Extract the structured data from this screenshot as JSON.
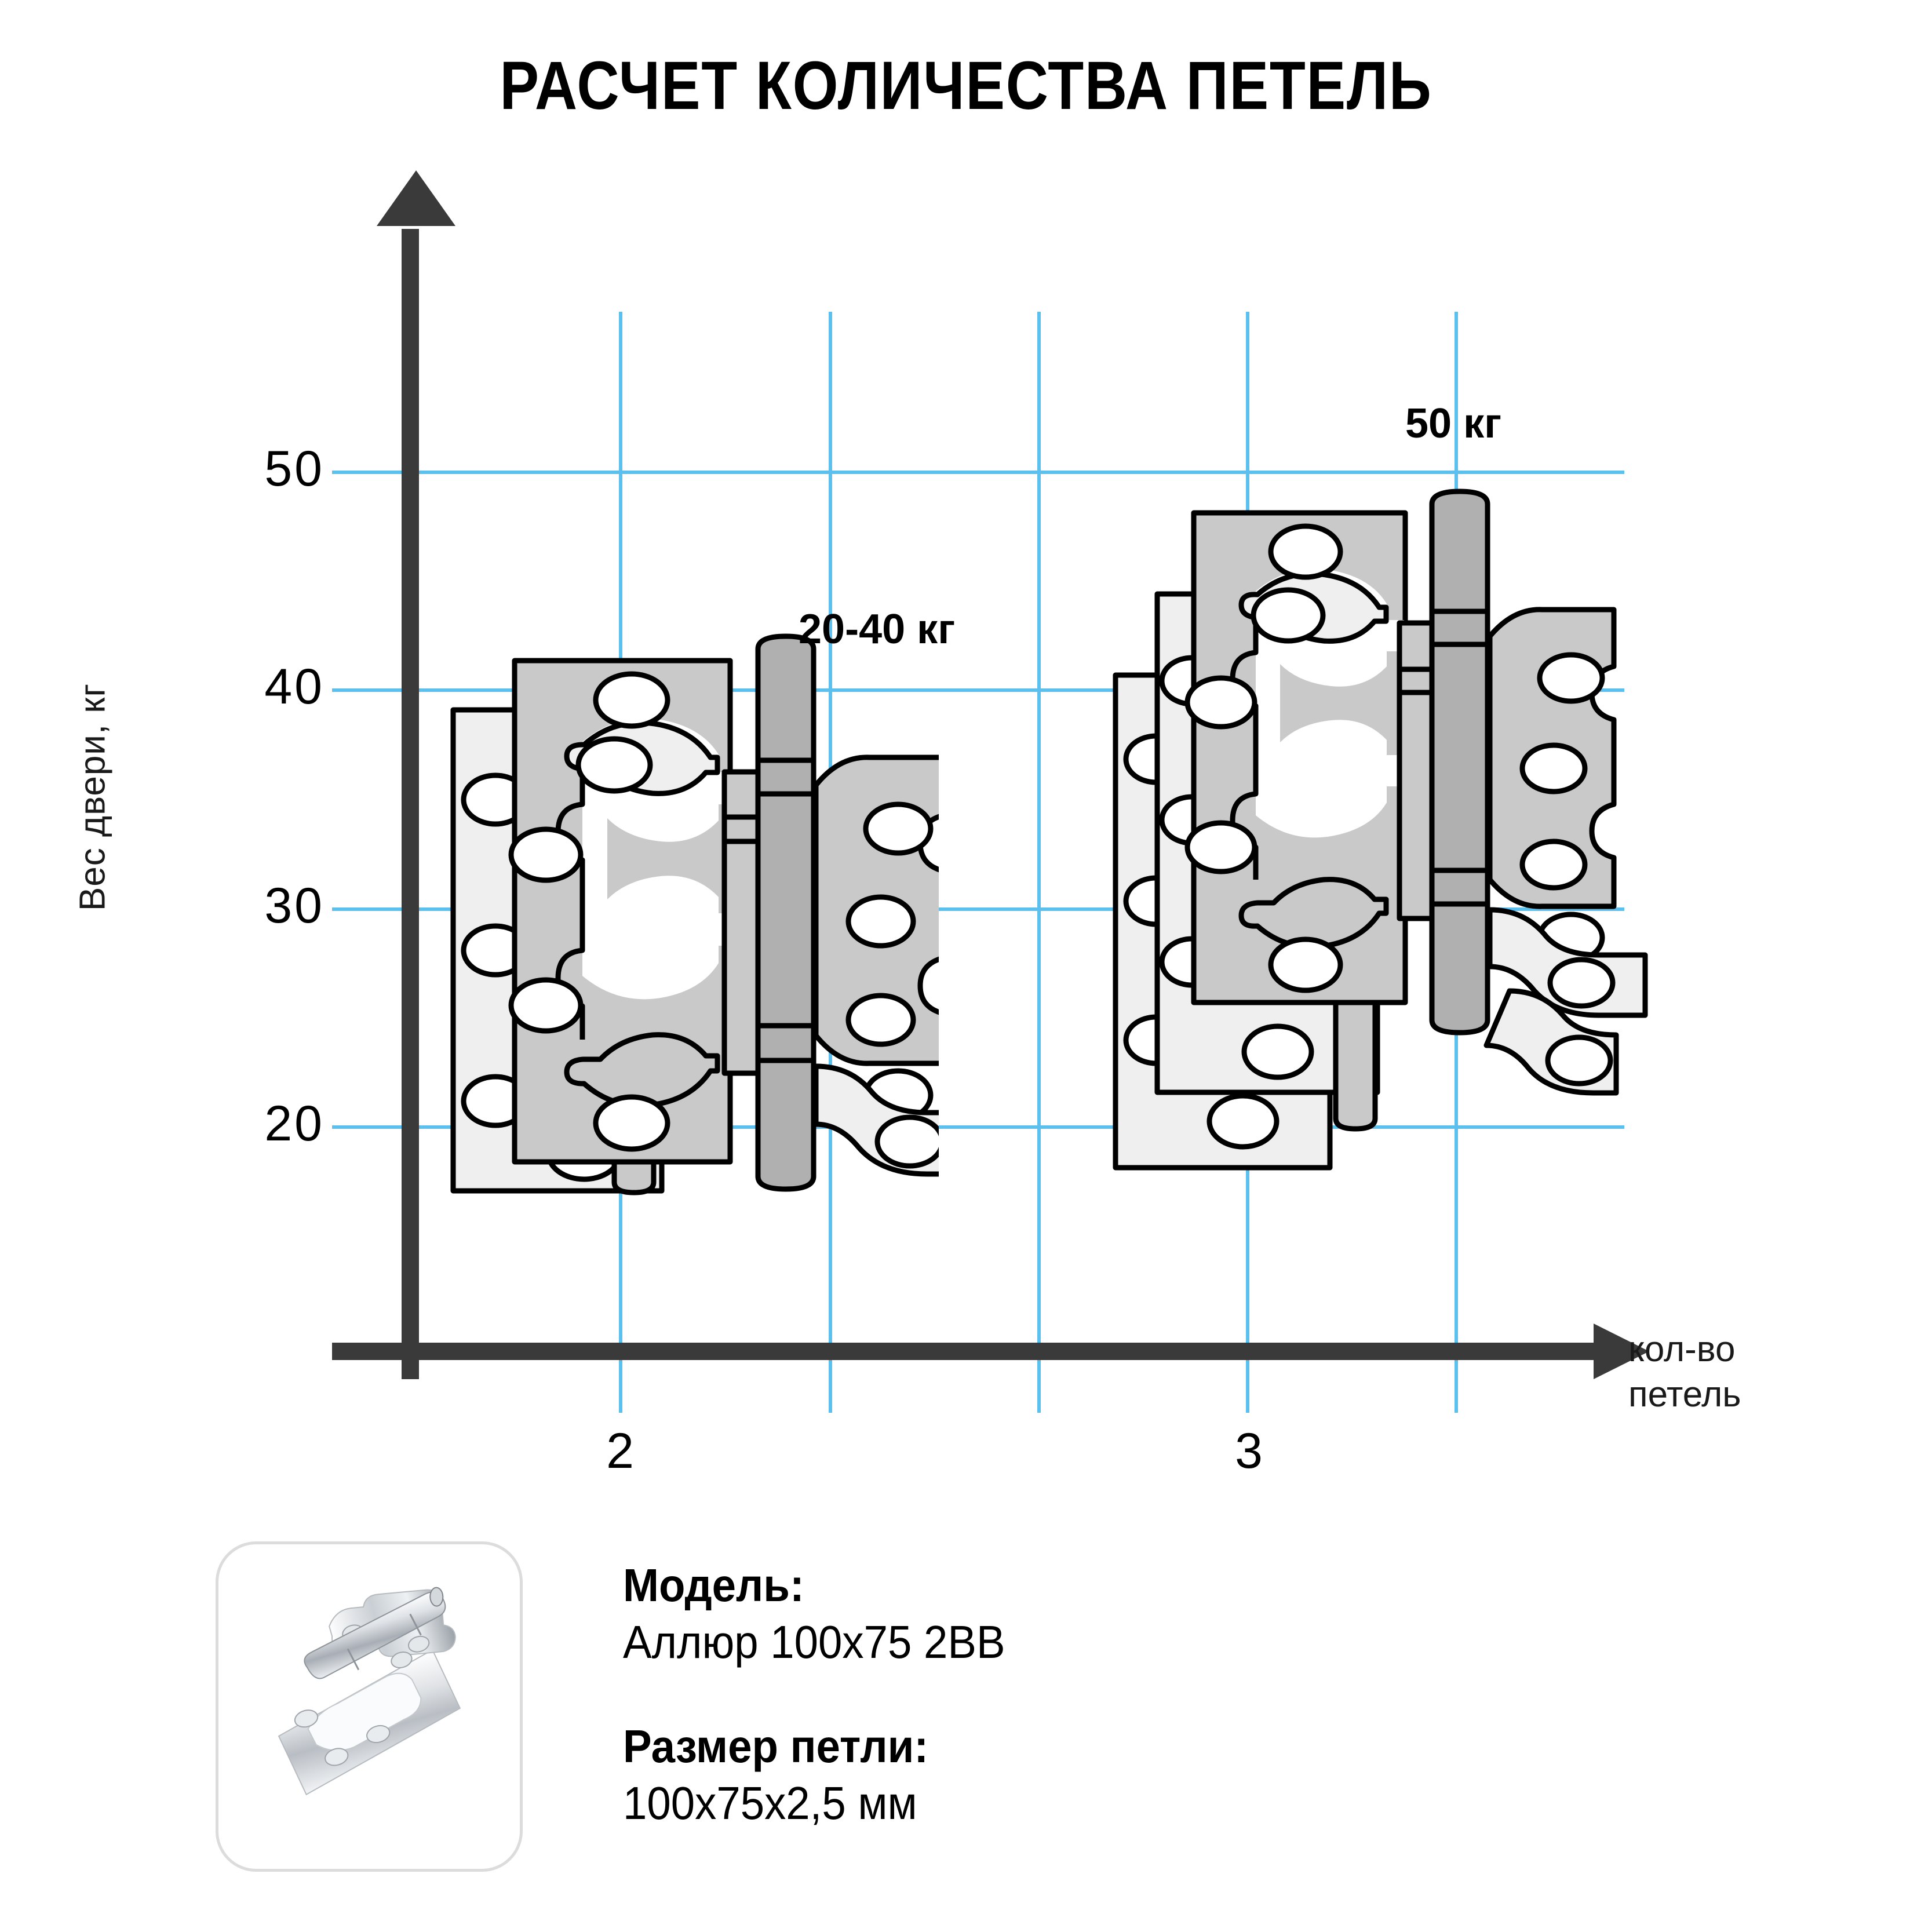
{
  "title": "РАСЧЕТ КОЛИЧЕСТВА ПЕТЕЛЬ",
  "chart_data": {
    "type": "scatter",
    "title": "РАСЧЕТ КОЛИЧЕСТВА ПЕТЕЛЬ",
    "xlabel": "кол-во петель",
    "ylabel": "Вес двери, кг",
    "x_ticks": [
      "2",
      "3"
    ],
    "y_ticks": [
      "20",
      "30",
      "40",
      "50"
    ],
    "ylim": [
      0,
      57
    ],
    "grid": true,
    "legend": "none",
    "annotations": [
      {
        "label": "20-40 кг",
        "x": "2",
        "y_range": [
          20,
          40
        ]
      },
      {
        "label": "50 кг",
        "x": "3",
        "y": 50
      }
    ],
    "categories": [
      "2",
      "3"
    ],
    "series": [
      {
        "name": "Вес двери, кг",
        "values": [
          "20-40",
          "50"
        ]
      }
    ],
    "markers": [
      {
        "x": "2",
        "count_hinges": 2,
        "weight_label": "20-40 кг"
      },
      {
        "x": "3",
        "count_hinges": 3,
        "weight_label": "50 кг"
      }
    ]
  },
  "axes": {
    "y_label": "Вес двери, кг",
    "x_label_line1": "кол-во",
    "x_label_line2": "петель",
    "y_ticks": [
      "50",
      "40",
      "30",
      "20"
    ],
    "x_ticks": [
      "2",
      "3"
    ]
  },
  "callouts": {
    "left": "20-40 кг",
    "right": "50 кг"
  },
  "info": {
    "model_heading": "Модель:",
    "model_value": "Аллюр 100х75 2BB",
    "size_heading": "Размер петли:",
    "size_value": "100х75х2,5 мм"
  },
  "colors": {
    "grid": "#5bc0ee",
    "axis": "#3a3a3a",
    "plate_front": "#c9c9c9",
    "plate_back": "#efefef",
    "barrel": "#b0b0b0",
    "outline": "#000000",
    "card_border": "#dcdcdc"
  },
  "thumbnail": {
    "alt": "hinge-photo"
  }
}
